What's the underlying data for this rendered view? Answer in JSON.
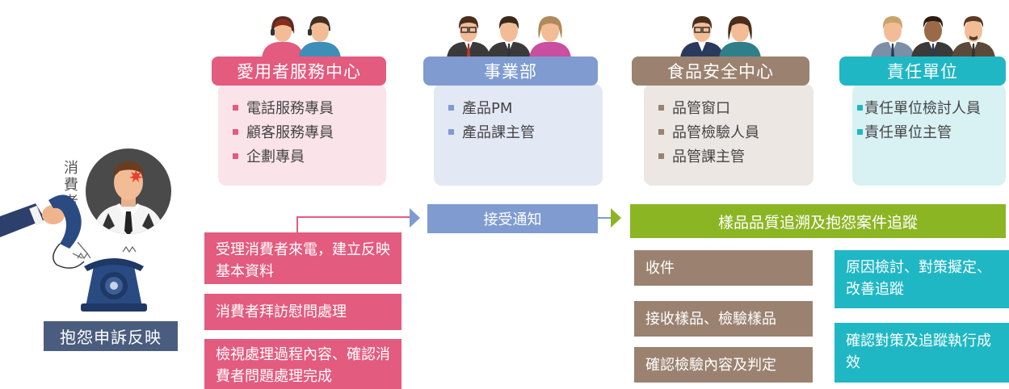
{
  "consumer": {
    "vertical_label": [
      "消",
      "費",
      "者"
    ],
    "complaint_label": "抱怨申訴反映"
  },
  "departments": [
    {
      "title": "愛用者服務中心",
      "items": [
        "電話服務專員",
        "顧客服務專員",
        "企劃專員"
      ],
      "header_color": "#e35b7f",
      "panel_color": "#fbe3ea",
      "bullet_color": "#e35b7f"
    },
    {
      "title": "事業部",
      "items": [
        "產品PM",
        "產品課主管"
      ],
      "header_color": "#7f9bd0",
      "panel_color": "#e3e8f5",
      "bullet_color": "#7f9bd0"
    },
    {
      "title": "食品安全中心",
      "items": [
        "品管窗口",
        "品管檢驗人員",
        "品管課主管"
      ],
      "header_color": "#9b8270",
      "panel_color": "#ece7e3",
      "bullet_color": "#9b8270"
    },
    {
      "title": "責任單位",
      "items": [
        "責任單位檢討人員",
        "責任單位主管"
      ],
      "header_color": "#20b7c4",
      "panel_color": "#d8f1f3",
      "bullet_color": "#20b7c4"
    }
  ],
  "flow": {
    "notify_label": "接受通知",
    "tracking_label": "樣品品質追溯及抱怨案件追蹤"
  },
  "service_steps": [
    "受理消費者來電，建立反映基本資料",
    "消費者拜訪慰問處理",
    "檢視處理過程內容、確認消費者問題處理完成"
  ],
  "food_safety_steps": [
    "收件",
    "接收樣品、檢驗樣品",
    "確認檢驗內容及判定"
  ],
  "responsible_steps": [
    "原因檢討、對策擬定、改善追蹤",
    "確認對策及追蹤執行成效"
  ],
  "colors": {
    "pink": "#e35b7f",
    "blue": "#7f9bd0",
    "brown": "#9b8270",
    "teal": "#20b7c4",
    "green": "#8cb524",
    "navy": "#4a5d7e"
  }
}
